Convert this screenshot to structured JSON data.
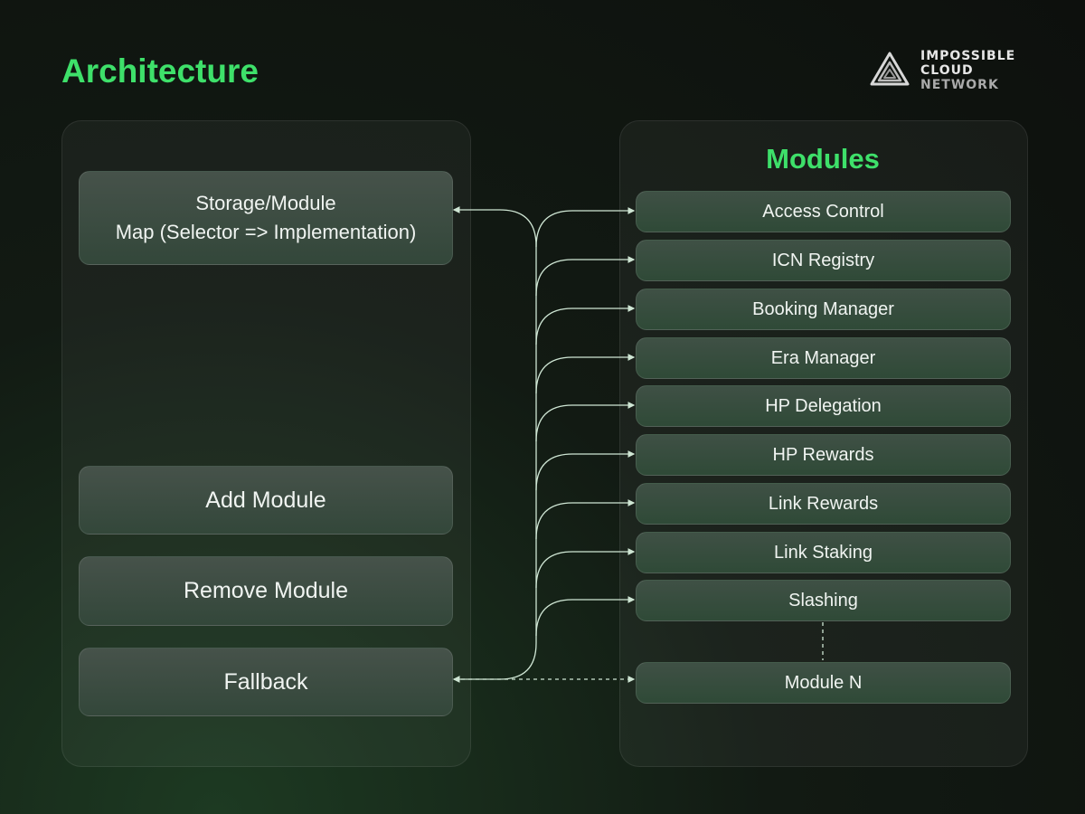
{
  "title": "Architecture",
  "logo": {
    "line1": "IMPOSSIBLE",
    "line2": "CLOUD",
    "line3": "NETWORK"
  },
  "left": {
    "storage": {
      "line1": "Storage/Module",
      "line2": "Map (Selector => Implementation)"
    },
    "add": "Add Module",
    "remove": "Remove Module",
    "fallback": "Fallback"
  },
  "modules": {
    "title": "Modules",
    "items": [
      "Access Control",
      "ICN Registry",
      "Booking Manager",
      "Era Manager",
      "HP Delegation",
      "HP Rewards",
      "Link Rewards",
      "Link Staking",
      "Slashing"
    ],
    "last": "Module N"
  },
  "colors": {
    "accent": "#3ee06a",
    "line": "#cfe6d4"
  }
}
